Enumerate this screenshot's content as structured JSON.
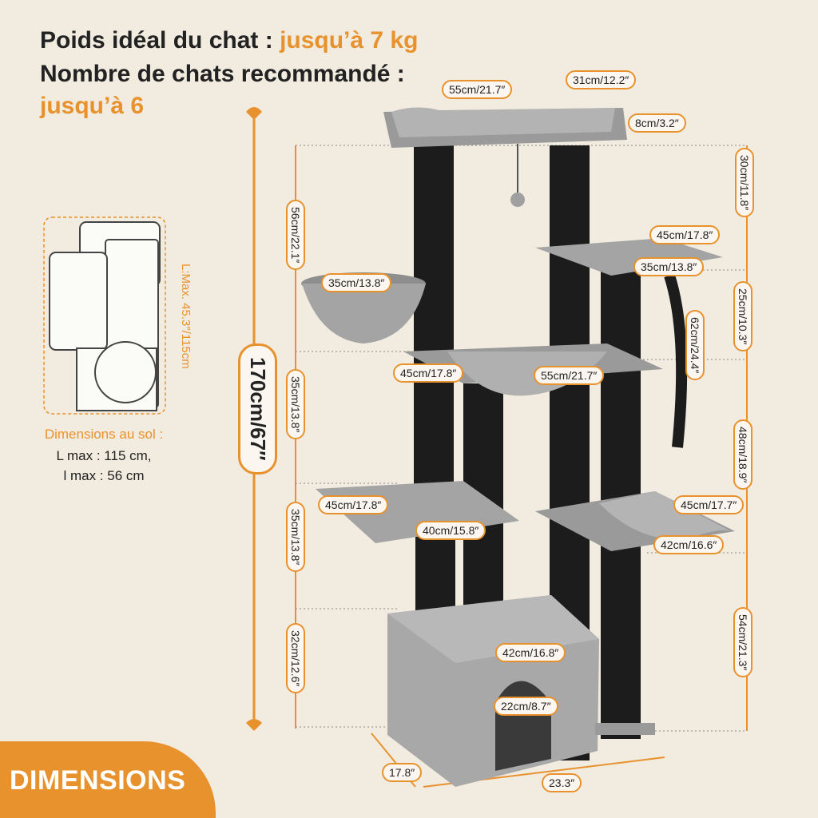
{
  "header": {
    "weight_label": "Poids idéal du chat :",
    "weight_value": "jusqu’à 7 kg",
    "cats_label": "Nombre de chats recommandé :",
    "cats_value": "jusqu’à 6"
  },
  "floor": {
    "title": "Dimensions au sol :",
    "length": "L max : 115 cm,",
    "width": "l max : 56 cm",
    "side_label": "L:Max. 45.3″/115cm"
  },
  "dimensions": {
    "total_height": "170cm/67″",
    "top_width": "55cm/21.7″",
    "top_depth": "31cm/12.2″",
    "top_thickness": "8cm/3.2″",
    "top_gap": "30cm/11.8″",
    "left_post": "56cm/22.1″",
    "left_basket": "35cm/13.8″",
    "right_platform_len": "45cm/17.8″",
    "right_platform_w": "35cm/13.8″",
    "right_gap": "25cm/10.3″",
    "rope": "62cm/24.4″",
    "mid_depth": "45cm/17.8″",
    "mid_width": "55cm/21.7″",
    "left_mid": "35cm/13.8″",
    "right_mid": "48cm/18.9″",
    "low_depth": "45cm/17.8″",
    "low_width": "40cm/15.8″",
    "hammock_depth": "45cm/17.7″",
    "hammock_width": "42cm/16.6″",
    "left_low": "35cm/13.8″",
    "right_low": "54cm/21.3″",
    "house_height": "32cm/12.6″",
    "house_top": "42cm/16.8″",
    "door": "22cm/8.7″",
    "base_depth": "17.8″",
    "base_width": "23.3″"
  },
  "banner": {
    "label": "DIMENSIONS"
  },
  "colors": {
    "accent": "#e8922e",
    "background": "#f1ebe0",
    "plush": "#9a9a9a",
    "sisal": "#1c1c1c"
  }
}
